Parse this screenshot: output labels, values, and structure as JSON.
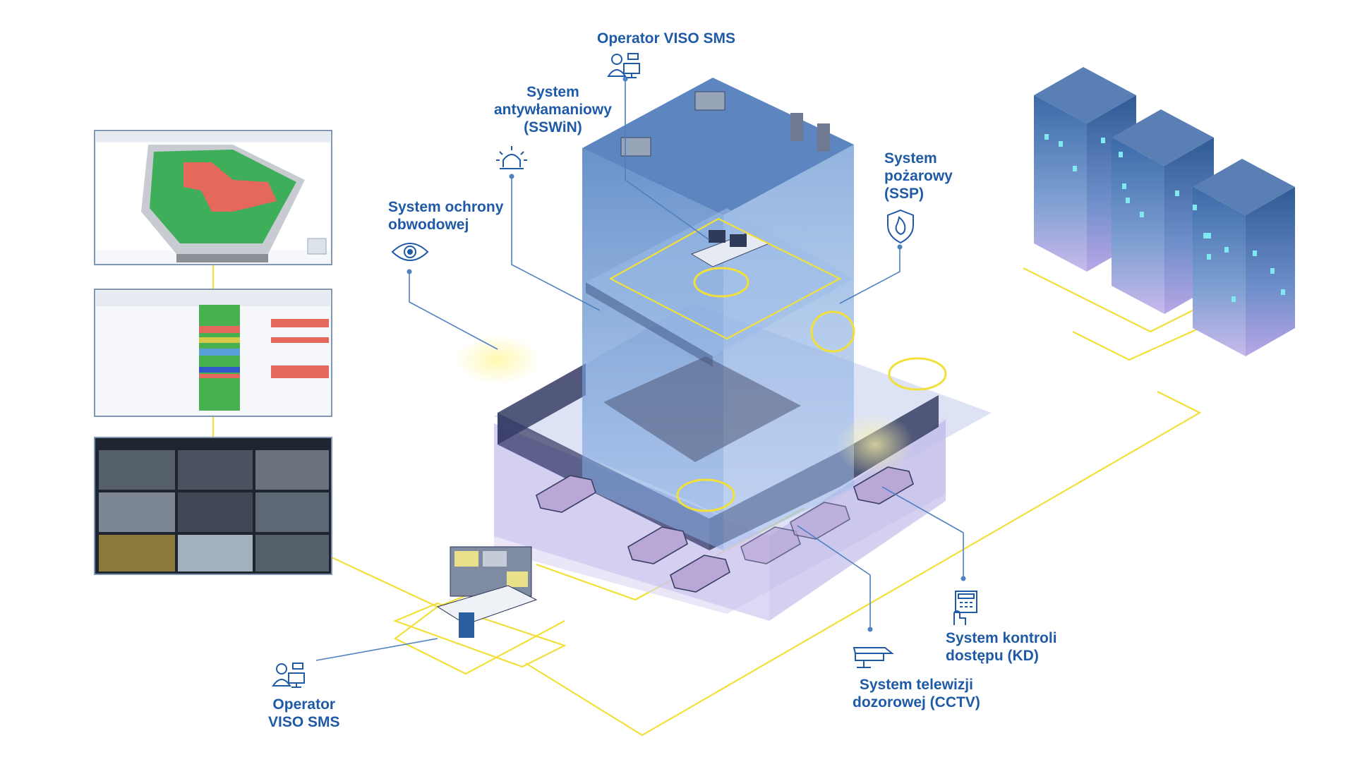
{
  "labels": {
    "operator_top": [
      "Operator VISO SMS"
    ],
    "sswin": [
      "System",
      "antywłamaniowy",
      "(SSWiN)"
    ],
    "ochrona": [
      "System ochrony",
      "obwodowej"
    ],
    "ssp": [
      "System",
      "pożarowy",
      "(SSP)"
    ],
    "kd": [
      "System kontroli",
      "dostępu (KD)"
    ],
    "cctv": [
      "System telewizji",
      "dozorowej (CCTV)"
    ],
    "operator_bottom": [
      "Operator",
      "VISO SMS"
    ]
  },
  "colors": {
    "label_blue": "#1f5aa6",
    "line_yellow": "#f2e03a",
    "line_blue": "#4f80c0",
    "glass_blue": "#5b86c6",
    "building_purple": "#a58bd3",
    "map_green": "#3fae5a",
    "map_red": "#e4685c"
  },
  "icons": [
    "operator-icon",
    "alarm-siren-icon",
    "eye-icon",
    "fire-shield-icon",
    "keypad-icon",
    "camera-icon"
  ]
}
